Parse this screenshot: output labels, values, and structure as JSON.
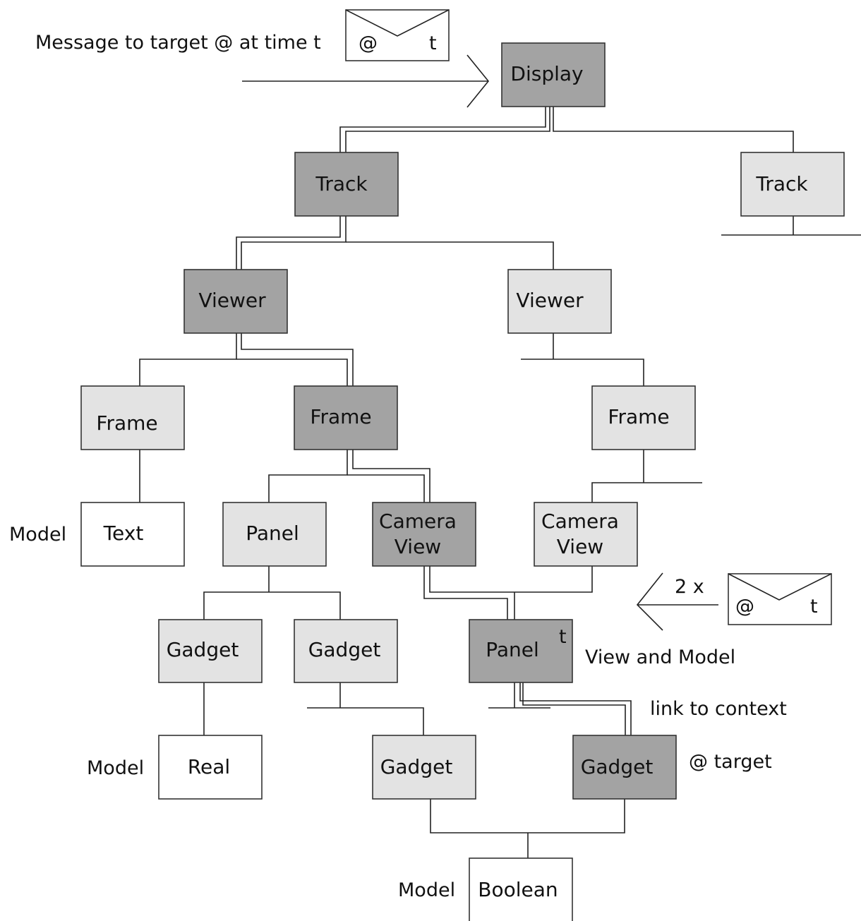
{
  "annotations": {
    "message": "Message to target @ at time t",
    "view_and_model": "View and Model",
    "link_to_context": "link to context",
    "at_target": "@ target",
    "times": "2 x"
  },
  "envelope_top": {
    "at": "@",
    "time": "t"
  },
  "envelope_right": {
    "at": "@",
    "time": "t"
  },
  "panel_time_mark": "t",
  "colors": {
    "active": "#a3a3a3",
    "inactive": "#e3e3e3",
    "model": "#ffffff"
  },
  "nodes": {
    "display": {
      "label": "Display",
      "state": "active"
    },
    "track_left": {
      "label": "Track",
      "state": "active"
    },
    "track_right": {
      "label": "Track",
      "state": "inactive"
    },
    "viewer_left": {
      "label": "Viewer",
      "state": "active"
    },
    "viewer_right": {
      "label": "Viewer",
      "state": "inactive"
    },
    "frame_left": {
      "label": "Frame",
      "state": "inactive"
    },
    "frame_mid": {
      "label": "Frame",
      "state": "active"
    },
    "frame_right": {
      "label": "Frame",
      "state": "inactive"
    },
    "model_text": {
      "label": "Text",
      "state": "model"
    },
    "panel_mid": {
      "label": "Panel",
      "state": "inactive"
    },
    "camera_view_left": {
      "label": [
        "Camera",
        "View"
      ],
      "state": "active"
    },
    "camera_view_right": {
      "label": [
        "Camera",
        "View"
      ],
      "state": "inactive"
    },
    "gadget_a": {
      "label": "Gadget",
      "state": "inactive"
    },
    "gadget_b": {
      "label": "Gadget",
      "state": "inactive"
    },
    "panel_target": {
      "label": "Panel",
      "state": "active"
    },
    "model_real": {
      "label": "Real",
      "state": "model"
    },
    "gadget_c": {
      "label": "Gadget",
      "state": "inactive"
    },
    "gadget_target": {
      "label": "Gadget",
      "state": "active"
    },
    "model_boolean": {
      "label": "Boolean",
      "state": "model"
    }
  },
  "model_tags": {
    "text": "Model",
    "real": "Model",
    "boolean": "Model"
  }
}
